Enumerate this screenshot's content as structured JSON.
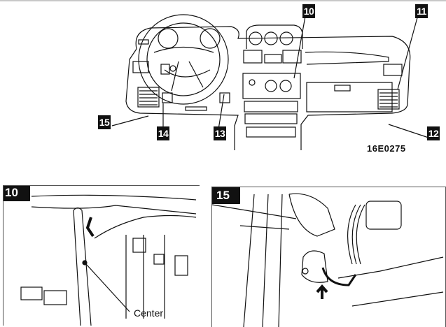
{
  "figure": {
    "code": "16E0275",
    "callouts": [
      {
        "id": "10",
        "label": "10"
      },
      {
        "id": "11",
        "label": "11"
      },
      {
        "id": "12",
        "label": "12"
      },
      {
        "id": "13",
        "label": "13"
      },
      {
        "id": "14",
        "label": "14"
      },
      {
        "id": "15",
        "label": "15"
      }
    ]
  },
  "details": [
    {
      "tag": "10",
      "annotation": "Center"
    },
    {
      "tag": "15",
      "annotation": ""
    }
  ]
}
